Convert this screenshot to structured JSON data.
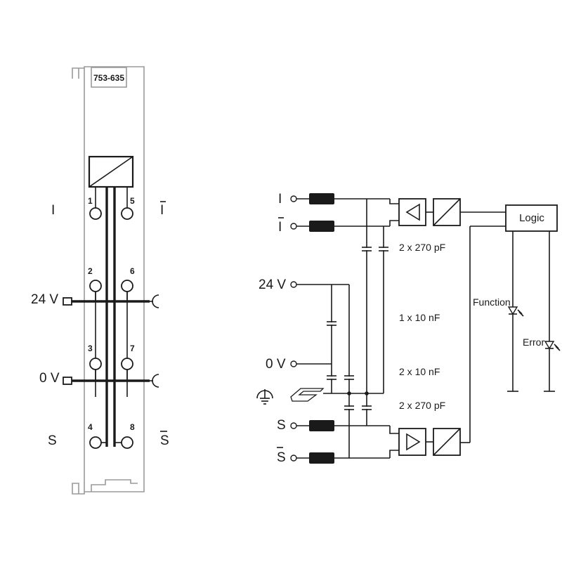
{
  "module": {
    "part_number": "753-635",
    "labels": {
      "I": "I",
      "I_bar": "I",
      "S": "S",
      "S_bar": "S",
      "v24": "24 V",
      "v0": "0 V"
    },
    "terminals": [
      "1",
      "2",
      "3",
      "4",
      "5",
      "6",
      "7",
      "8"
    ]
  },
  "schematic": {
    "inputs": {
      "I": "I",
      "I_bar": "I",
      "v24": "24 V",
      "v0": "0 V",
      "S": "S",
      "S_bar": "S"
    },
    "capacitors": {
      "top": "2 x 270 pF",
      "mid": "1 x 10 nF",
      "low": "2 x 10 nF",
      "bottom": "2 x 270 pF"
    },
    "logic_label": "Logic",
    "led_function": "Function",
    "led_error": "Error"
  }
}
